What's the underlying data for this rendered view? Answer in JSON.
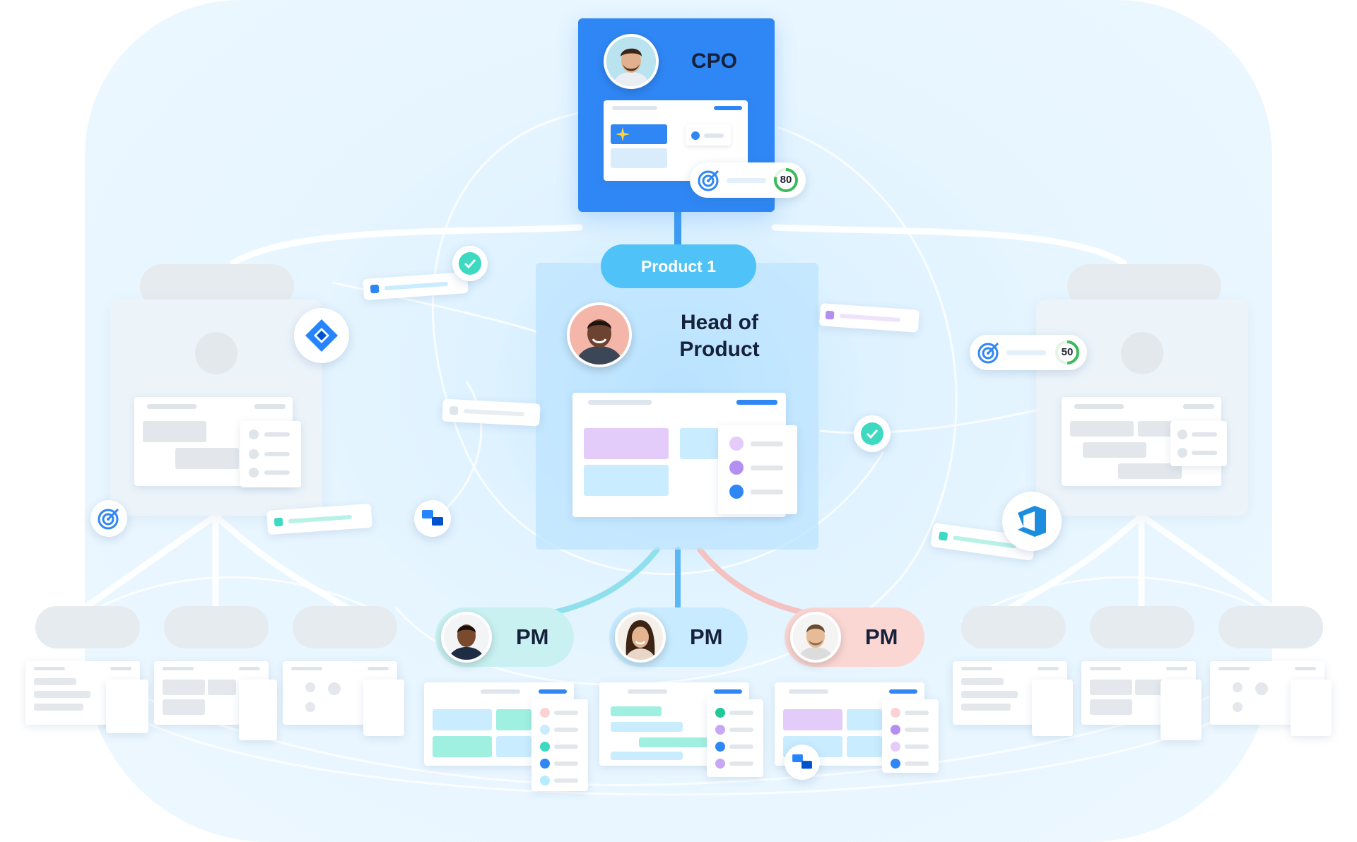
{
  "nodes": {
    "cpo": {
      "title": "CPO",
      "score": "80"
    },
    "product": {
      "label": "Product 1"
    },
    "head": {
      "title_line1": "Head of",
      "title_line2": "Product"
    },
    "right_team": {
      "score": "50"
    },
    "pms": [
      {
        "label": "PM",
        "accent": "#c9f1f2"
      },
      {
        "label": "PM",
        "accent": "#c8ebff"
      },
      {
        "label": "PM",
        "accent": "#fbd7d4"
      }
    ]
  },
  "icons": {
    "jira": "jira-icon",
    "confluence": "confluence-icon",
    "azure_devops": "azure-devops-icon",
    "goal": "target-icon",
    "check": "check-icon",
    "star": "star-icon"
  },
  "colors": {
    "brand_blue": "#2f87f5",
    "product_pill": "#4fc3f7",
    "check_green": "#3dd9c1",
    "lavender": "#e3ccfa",
    "mint": "#9ff0e0",
    "sky": "#c9ecff"
  }
}
